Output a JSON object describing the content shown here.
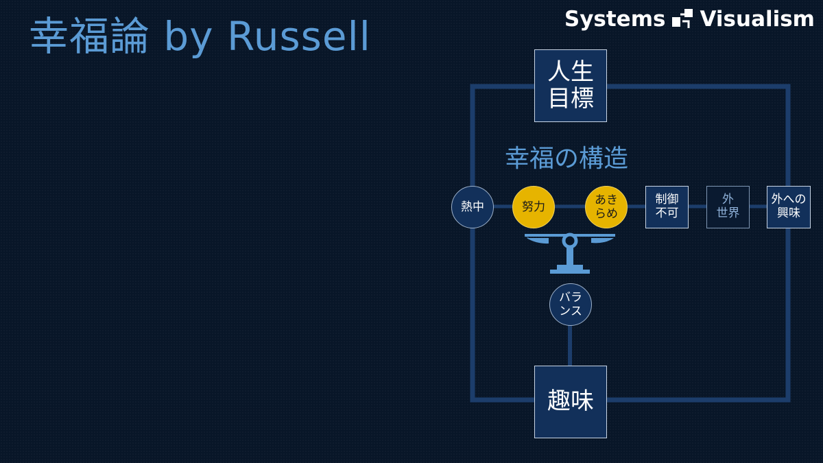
{
  "title": "幸福論 by Russell",
  "brand": {
    "left": "Systems",
    "right": "Visualism"
  },
  "diagram": {
    "goal": [
      "人生",
      "目標"
    ],
    "hobby": "趣味",
    "structure_label": "幸福の構造",
    "enthusiasm": "熱中",
    "effort": "努力",
    "resignation": [
      "あき",
      "らめ"
    ],
    "uncontrollable": [
      "制御",
      "不可"
    ],
    "outer_world": [
      "外",
      "世界"
    ],
    "outer_interest": [
      "外への",
      "興味"
    ],
    "balance": [
      "バラ",
      "ンス"
    ]
  },
  "colors": {
    "background": "#081628",
    "accent": "#5b9bd5",
    "frame": "#1c3d6b",
    "gold": "#e6b400",
    "scale": "#5b9bd5"
  }
}
